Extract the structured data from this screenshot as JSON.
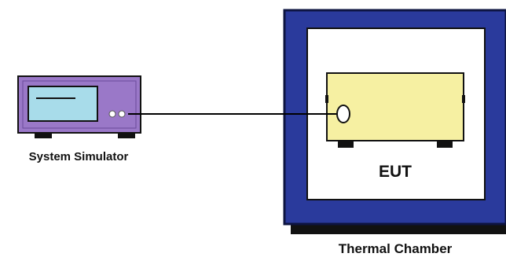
{
  "labels": {
    "simulator": "System Simulator",
    "eut": "EUT",
    "chamber": "Thermal Chamber"
  },
  "colors": {
    "simulator_body": "#9a78c8",
    "simulator_screen": "#a8dcea",
    "chamber_frame": "#2a3a9c",
    "chamber_shadow": "#111111",
    "eut_body": "#f6f0a2",
    "cable": "#000000"
  }
}
